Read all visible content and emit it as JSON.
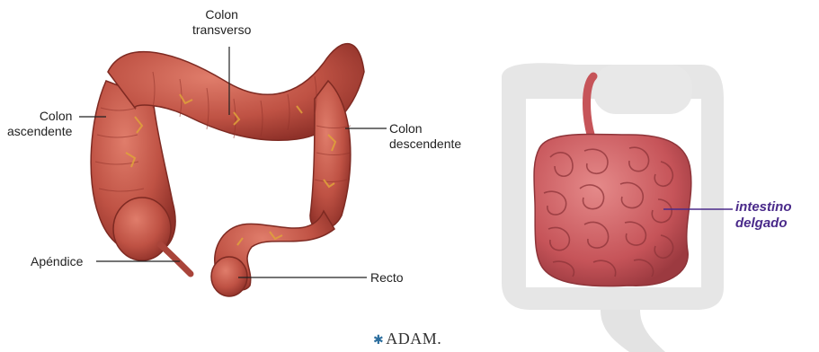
{
  "large_intestine": {
    "labels": {
      "transverse": "Colon\ntransverso",
      "ascending": "Colon\nascendente",
      "descending": "Colon\ndescendente",
      "appendix": "Apéndice",
      "rectum": "Recto"
    },
    "colors": {
      "tissue": "#c2554a",
      "tissue_dark": "#8f3129",
      "fat": "#e0a33a"
    }
  },
  "small_intestine": {
    "label": "intestino\ndelgado",
    "colors": {
      "tissue": "#c85a5e",
      "ghost": "#dcdcdc",
      "label": "#4a2a8a"
    }
  },
  "brand": {
    "mark": "✱",
    "name": "ADAM."
  }
}
